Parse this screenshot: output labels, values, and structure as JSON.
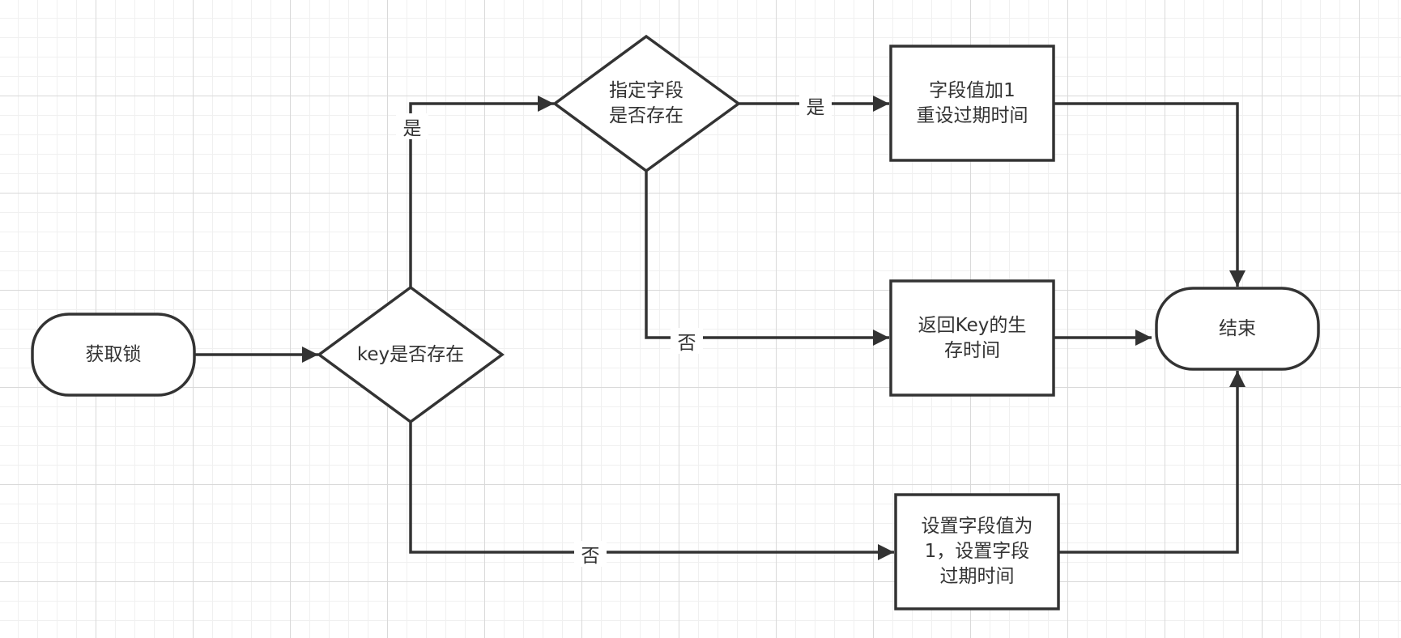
{
  "nodes": {
    "start": "获取锁",
    "key_exists": "key是否存在",
    "field_exists": "指定字段\n是否存在",
    "field_increment": "字段值加1\n重设过期时间",
    "return_ttl": "返回Key的生\n存时间",
    "set_field": "设置字段值为\n1，设置字段\n过期时间",
    "end": "结束"
  },
  "labels": {
    "key_yes": "是",
    "key_no": "否",
    "field_yes": "是",
    "field_no": "否"
  },
  "colors": {
    "stroke": "#333333",
    "node_fill": "#ffffff",
    "text": "#333333"
  }
}
